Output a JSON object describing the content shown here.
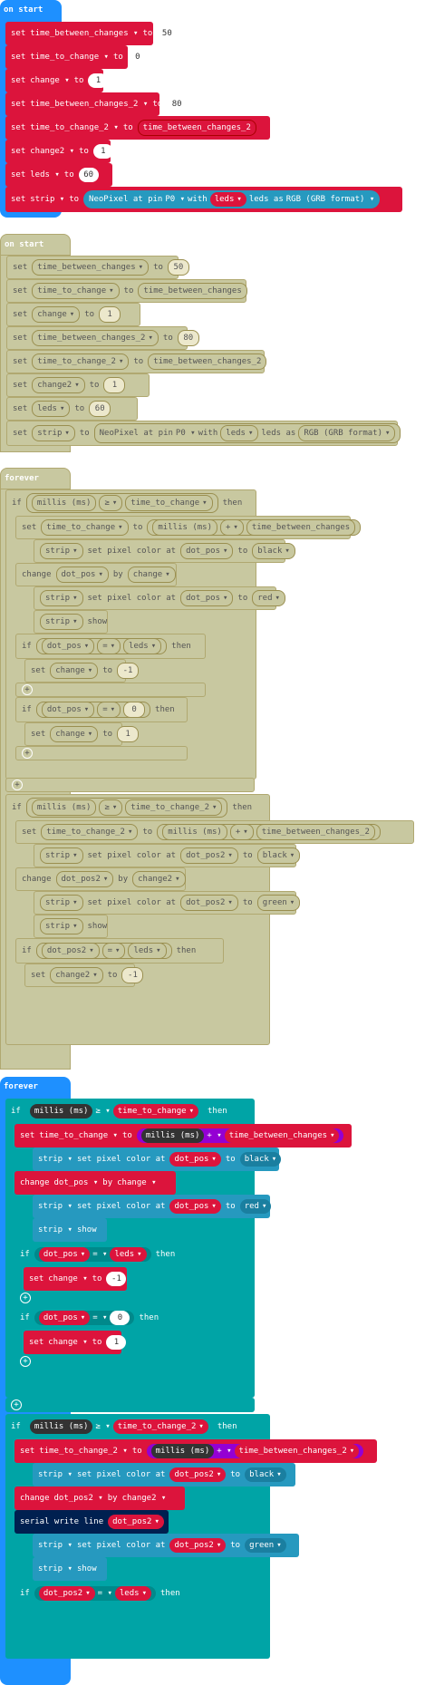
{
  "workspace": {
    "on_start_label": "on start",
    "forever_label": "forever",
    "kw": {
      "set": "set",
      "to": "to",
      "change": "change",
      "by": "by",
      "if": "if",
      "then": "then",
      "show": "show",
      "set_pixel_color_at": "set pixel color at",
      "neopixel_at_pin": "NeoPixel at pin",
      "with": "with",
      "leds_as": "leds as",
      "serial_write_line": "serial write line"
    },
    "vars": {
      "tbc": "time_between_changes",
      "ttc": "time_to_change",
      "change": "change",
      "tbc2": "time_between_changes_2",
      "ttc2": "time_to_change_2",
      "change2": "change2",
      "leds": "leds",
      "strip": "strip",
      "dot_pos": "dot_pos",
      "dot_pos2": "dot_pos2"
    },
    "values": {
      "v50": "50",
      "v0": "0",
      "v1": "1",
      "v80": "80",
      "v60": "60",
      "vm1": "-1"
    },
    "misc": {
      "pin": "P0",
      "rgb_format": "RGB (GRB format)",
      "millis": "millis (ms)",
      "ge": "≥",
      "eq": "=",
      "plus": "+",
      "black": "black",
      "red": "red",
      "green": "green"
    }
  },
  "colors": {
    "events": "#1e90ff",
    "variables": "#dc143c",
    "neopixel": "#2699bf",
    "logic": "#00a4a6",
    "input": "#333333",
    "math": "#9400d3",
    "serial": "#002050",
    "disabled": "#c8c8a0"
  }
}
